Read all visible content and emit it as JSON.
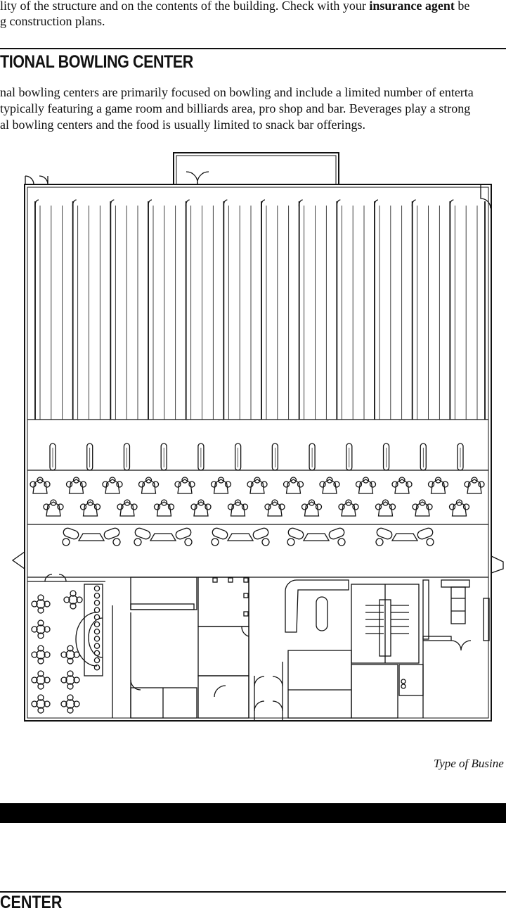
{
  "intro": {
    "line1_pre": "lity of the structure and on the contents of the building.  Check with your ",
    "line1_bold": "insurance agent",
    "line1_post": " be",
    "line2": "g construction plans."
  },
  "section": {
    "heading": "TIONAL BOWLING CENTER",
    "para": [
      "nal bowling centers are primarily focused on bowling and include a limited number of enterta",
      "typically featuring a game room and billiards area, pro shop and bar.  Beverages play a strong",
      "al bowling centers and the food is usually limited to snack bar offerings."
    ]
  },
  "figure": {
    "caption": "Type of Busine",
    "lanes": 12
  },
  "next_section": {
    "heading": "CENTER"
  }
}
